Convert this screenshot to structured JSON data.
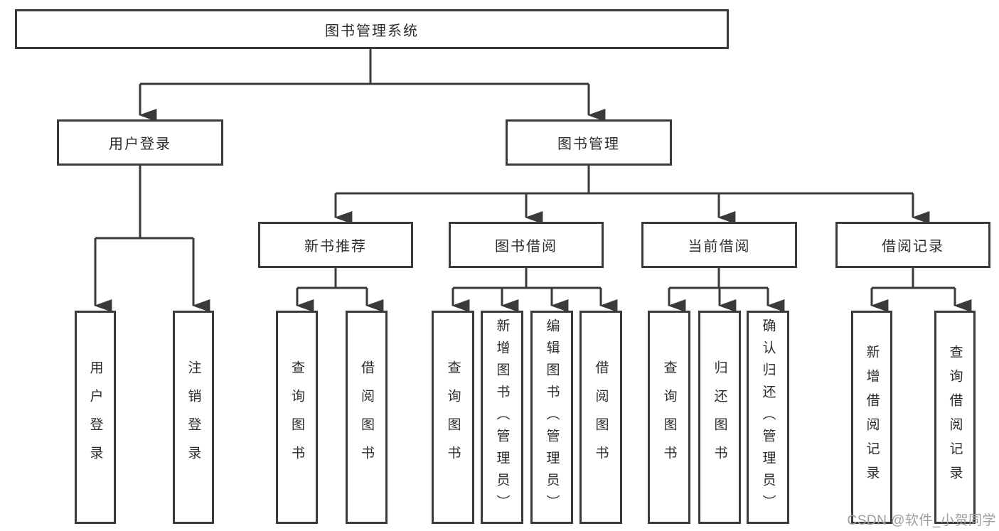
{
  "watermark": "CSDN @软件_小贺同学",
  "colors": {
    "line": "#3a3a3a",
    "border": "#3a3a3a",
    "text": "#2d2d2d",
    "watermark": "#9e9e9e",
    "background": "#ffffff"
  },
  "diagram": {
    "root": {
      "label": "图书管理系统"
    },
    "branches": [
      {
        "label": "用户登录",
        "children": [
          {
            "label": "用户登录"
          },
          {
            "label": "注销登录"
          }
        ]
      },
      {
        "label": "图书管理",
        "children": [
          {
            "label": "新书推荐",
            "children": [
              {
                "label": "查询图书"
              },
              {
                "label": "借阅图书"
              }
            ]
          },
          {
            "label": "图书借阅",
            "children": [
              {
                "label": "查询图书"
              },
              {
                "label": "新增图书（管理员）"
              },
              {
                "label": "编辑图书（管理员）"
              },
              {
                "label": "借阅图书"
              }
            ]
          },
          {
            "label": "当前借阅",
            "children": [
              {
                "label": "查询图书"
              },
              {
                "label": "归还图书"
              },
              {
                "label": "确认归还（管理员）"
              }
            ]
          },
          {
            "label": "借阅记录",
            "children": [
              {
                "label": "新增借阅记录"
              },
              {
                "label": "查询借阅记录"
              }
            ]
          }
        ]
      }
    ]
  }
}
